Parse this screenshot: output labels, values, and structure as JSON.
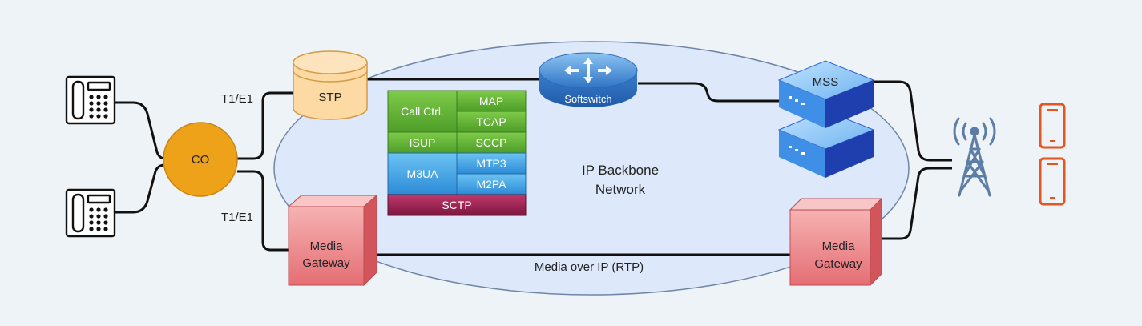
{
  "labels": {
    "co": "CO",
    "stp": "STP",
    "t1e1_top": "T1/E1",
    "t1e1_bottom": "T1/E1",
    "softswitch": "Softswitch",
    "mss": "MSS",
    "network_line1": "IP Backbone",
    "network_line2": "Network",
    "mgw_left_line1": "Media",
    "mgw_left_line2": "Gateway",
    "mgw_right_line1": "Media",
    "mgw_right_line2": "Gateway",
    "media_link": "Media over IP (RTP)"
  },
  "stack": {
    "call_ctrl": "Call Ctrl.",
    "map": "MAP",
    "tcap": "TCAP",
    "isup": "ISUP",
    "sccp": "SCCP",
    "m3ua": "M3UA",
    "mtp3": "MTP3",
    "m2pa": "M2PA",
    "sctp": "SCTP"
  },
  "icons": {
    "phone_top": "desk-phone-icon",
    "phone_bottom": "desk-phone-icon",
    "tower": "cell-tower-icon",
    "mobile_top": "mobile-phone-icon",
    "mobile_bottom": "mobile-phone-icon",
    "softswitch": "router-icon",
    "mss": "server-stack-icon"
  },
  "colors": {
    "background": "#eef3f7",
    "network_fill": "#dde9fb",
    "network_stroke": "#6f86a8",
    "co_fill": "#eea21a",
    "stp_fill": "#fdd9a3",
    "gateway_front": "#f4a6a6",
    "stack_green": "#6cbb3c",
    "stack_blue": "#3fa8e6",
    "stack_maroon": "#a52a5a",
    "mss_blue": "#2f5fd6",
    "softswitch_blue": "#4a8fd8",
    "mobile_orange": "#e8531e",
    "line": "#111111"
  }
}
